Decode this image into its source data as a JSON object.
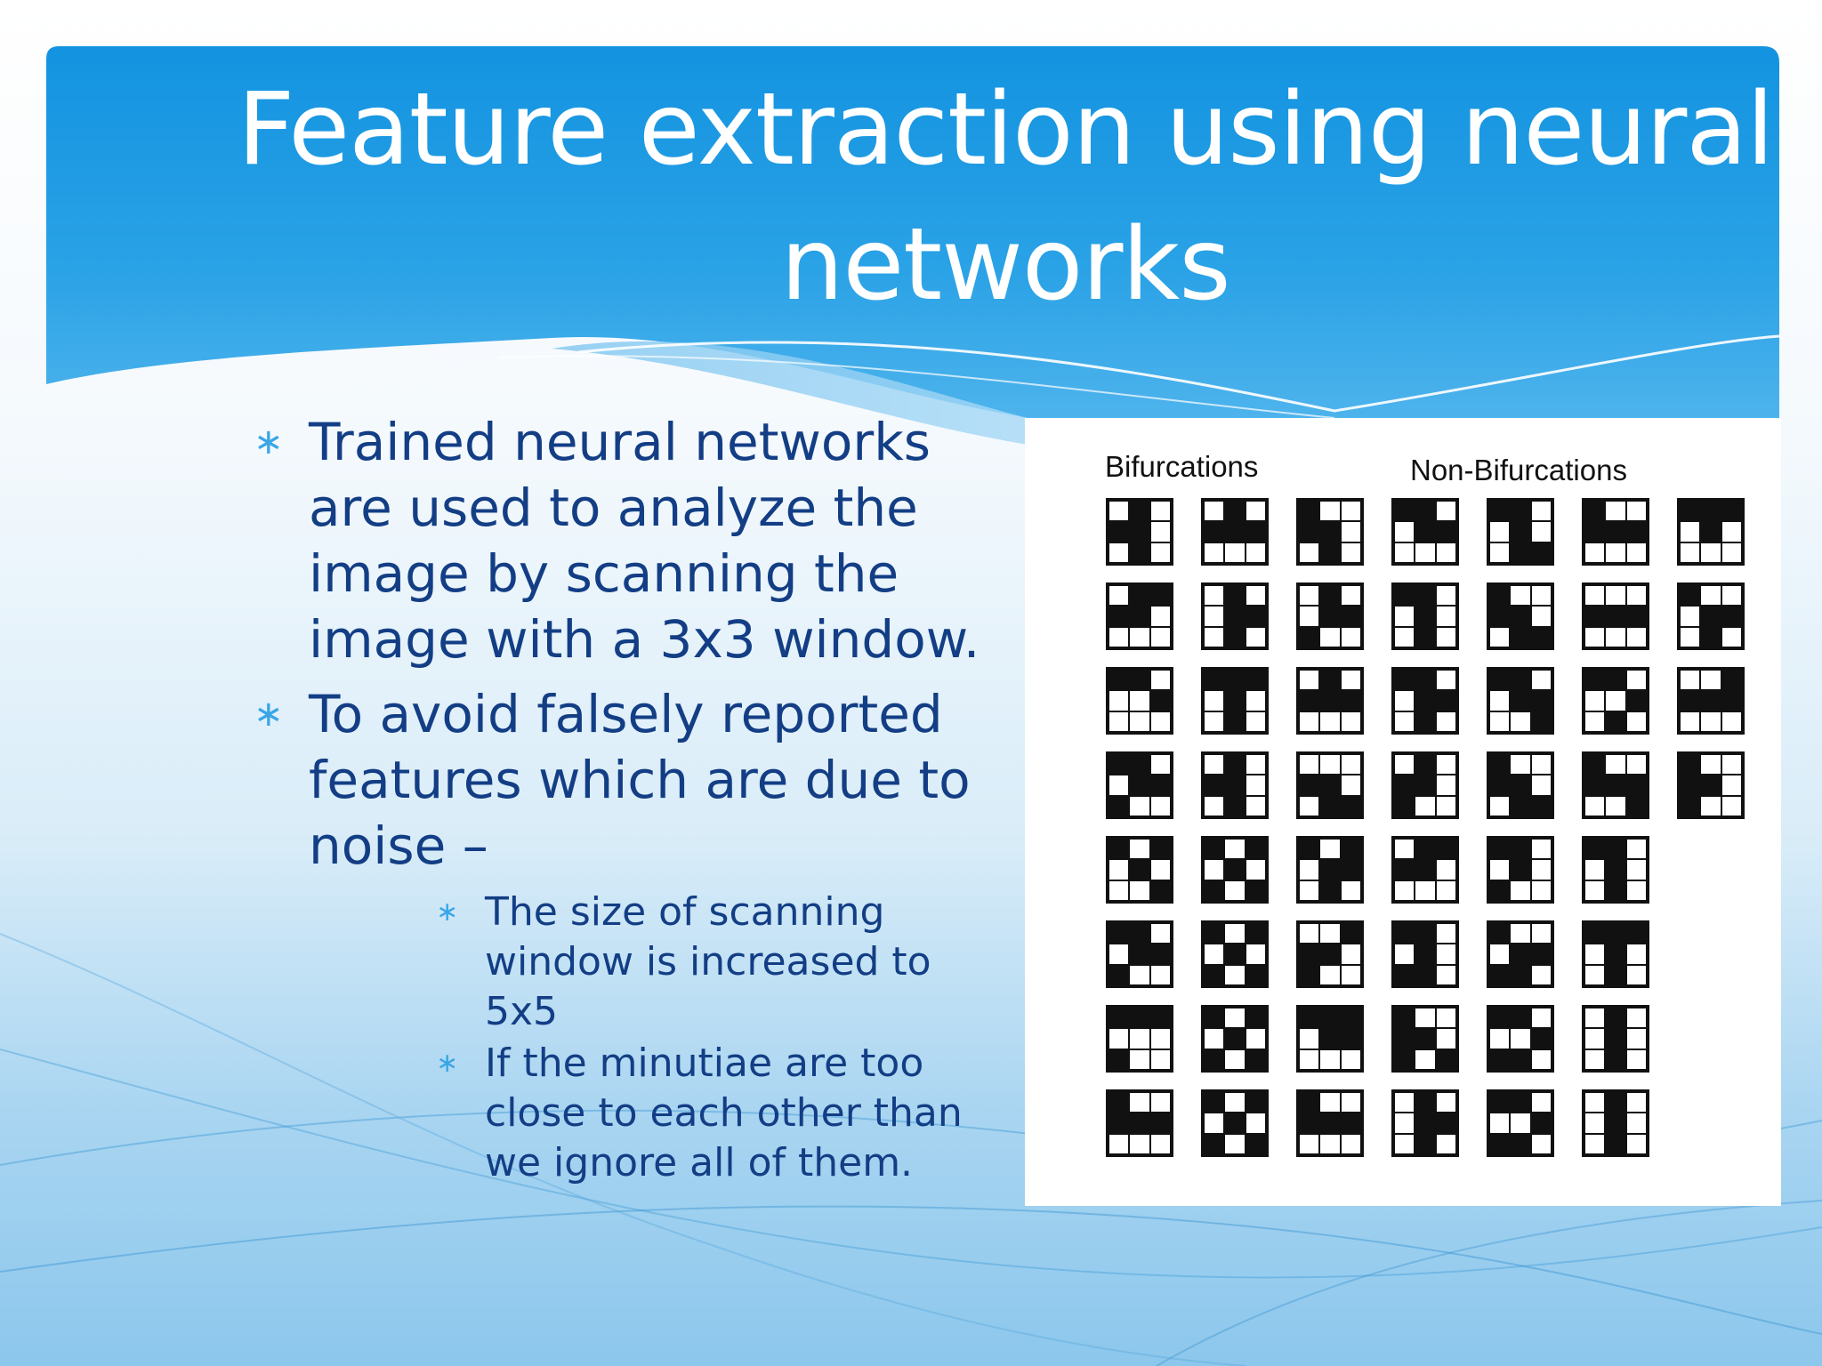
{
  "slide": {
    "title_line1": "Feature extraction using neural",
    "title_line2": "networks",
    "bullets": [
      {
        "text_line1": "Trained neural networks",
        "text_line2": "are used to analyze the",
        "text_line3": "image by scanning the",
        "text_line4": "image with a 3x3 window."
      },
      {
        "text_line1": "To avoid falsely reported",
        "text_line2": "features which are due to",
        "text_line3": "noise –"
      }
    ],
    "subbullets": [
      {
        "text_line1": "The size of scanning",
        "text_line2": "window is increased to",
        "text_line3": "5x5"
      },
      {
        "text_line1": "If the minutiae are too",
        "text_line2": "close to each other than",
        "text_line3": "we ignore all of them."
      }
    ],
    "bullet_marker": "∗",
    "colors": {
      "title_band": "#1a98e1",
      "body_text": "#133e85",
      "bullet_marker": "#3aa6e6"
    }
  },
  "figure": {
    "label_left": "Bifurcations",
    "label_right": "Non-Bifurcations",
    "tiles": [
      [
        [
          0,
          1,
          0,
          1,
          1,
          0,
          0,
          1,
          0
        ],
        [
          0,
          1,
          0,
          1,
          1,
          1,
          0,
          0,
          0
        ],
        [
          1,
          0,
          0,
          1,
          1,
          0,
          0,
          1,
          0
        ],
        [
          1,
          1,
          0,
          0,
          1,
          1,
          0,
          0,
          0
        ],
        [
          1,
          1,
          0,
          0,
          1,
          0,
          0,
          1,
          1
        ],
        [
          1,
          0,
          0,
          1,
          1,
          1,
          0,
          0,
          0
        ],
        [
          1,
          1,
          1,
          0,
          1,
          0,
          0,
          0,
          0
        ]
      ],
      [
        [
          0,
          1,
          1,
          1,
          1,
          0,
          0,
          0,
          0
        ],
        [
          0,
          1,
          0,
          0,
          1,
          1,
          0,
          1,
          0
        ],
        [
          0,
          1,
          0,
          0,
          1,
          1,
          1,
          0,
          0
        ],
        [
          1,
          1,
          0,
          0,
          1,
          0,
          0,
          1,
          0
        ],
        [
          1,
          0,
          0,
          1,
          1,
          0,
          0,
          1,
          1
        ],
        [
          0,
          0,
          0,
          1,
          1,
          1,
          0,
          0,
          0
        ],
        [
          1,
          0,
          0,
          0,
          1,
          1,
          0,
          1,
          0
        ]
      ],
      [
        [
          1,
          1,
          0,
          0,
          0,
          1,
          0,
          0,
          0
        ],
        [
          1,
          1,
          1,
          0,
          1,
          0,
          0,
          1,
          0
        ],
        [
          0,
          1,
          0,
          1,
          1,
          1,
          0,
          0,
          0
        ],
        [
          1,
          1,
          0,
          0,
          1,
          1,
          0,
          1,
          0
        ],
        [
          1,
          1,
          0,
          0,
          1,
          1,
          0,
          0,
          1
        ],
        [
          1,
          1,
          0,
          0,
          0,
          1,
          0,
          1,
          0
        ],
        [
          0,
          0,
          1,
          1,
          1,
          1,
          0,
          0,
          0
        ]
      ],
      [
        [
          1,
          1,
          0,
          0,
          1,
          1,
          1,
          0,
          0
        ],
        [
          0,
          1,
          0,
          1,
          1,
          0,
          0,
          1,
          0
        ],
        [
          0,
          0,
          0,
          1,
          1,
          0,
          0,
          1,
          1
        ],
        [
          0,
          1,
          0,
          1,
          1,
          0,
          1,
          0,
          0
        ],
        [
          1,
          0,
          0,
          1,
          1,
          0,
          0,
          1,
          1
        ],
        [
          1,
          0,
          0,
          1,
          1,
          1,
          0,
          0,
          1
        ],
        [
          1,
          0,
          0,
          1,
          1,
          0,
          1,
          0,
          0
        ]
      ],
      [
        [
          1,
          0,
          1,
          0,
          1,
          0,
          0,
          0,
          1
        ],
        [
          1,
          0,
          1,
          0,
          1,
          0,
          1,
          0,
          1
        ],
        [
          1,
          0,
          1,
          0,
          1,
          1,
          0,
          1,
          0
        ],
        [
          0,
          1,
          1,
          1,
          1,
          0,
          0,
          0,
          0
        ],
        [
          1,
          1,
          0,
          0,
          1,
          0,
          1,
          0,
          0
        ],
        [
          1,
          1,
          0,
          0,
          1,
          0,
          0,
          1,
          0
        ]
      ],
      [
        [
          1,
          1,
          0,
          0,
          1,
          1,
          1,
          0,
          0
        ],
        [
          1,
          0,
          1,
          0,
          1,
          0,
          1,
          0,
          1
        ],
        [
          0,
          0,
          1,
          1,
          1,
          0,
          1,
          0,
          0
        ],
        [
          1,
          1,
          0,
          0,
          1,
          0,
          1,
          1,
          0
        ],
        [
          1,
          0,
          0,
          0,
          1,
          1,
          1,
          1,
          0
        ],
        [
          1,
          1,
          1,
          0,
          1,
          0,
          0,
          1,
          0
        ]
      ],
      [
        [
          1,
          1,
          1,
          0,
          0,
          0,
          1,
          0,
          0
        ],
        [
          1,
          0,
          1,
          0,
          1,
          0,
          1,
          0,
          1
        ],
        [
          1,
          1,
          1,
          0,
          1,
          1,
          0,
          0,
          0
        ],
        [
          1,
          0,
          0,
          1,
          1,
          0,
          1,
          0,
          1
        ],
        [
          1,
          1,
          0,
          0,
          0,
          1,
          1,
          1,
          0
        ],
        [
          0,
          1,
          0,
          0,
          1,
          0,
          0,
          1,
          0
        ]
      ],
      [
        [
          1,
          0,
          0,
          1,
          1,
          1,
          0,
          0,
          0
        ],
        [
          1,
          0,
          1,
          0,
          1,
          0,
          1,
          0,
          1
        ],
        [
          1,
          0,
          0,
          1,
          1,
          1,
          0,
          0,
          0
        ],
        [
          0,
          1,
          0,
          0,
          1,
          1,
          0,
          1,
          0
        ],
        [
          1,
          1,
          0,
          0,
          0,
          1,
          1,
          1,
          0
        ],
        [
          0,
          1,
          0,
          0,
          1,
          0,
          0,
          1,
          0
        ]
      ]
    ]
  }
}
